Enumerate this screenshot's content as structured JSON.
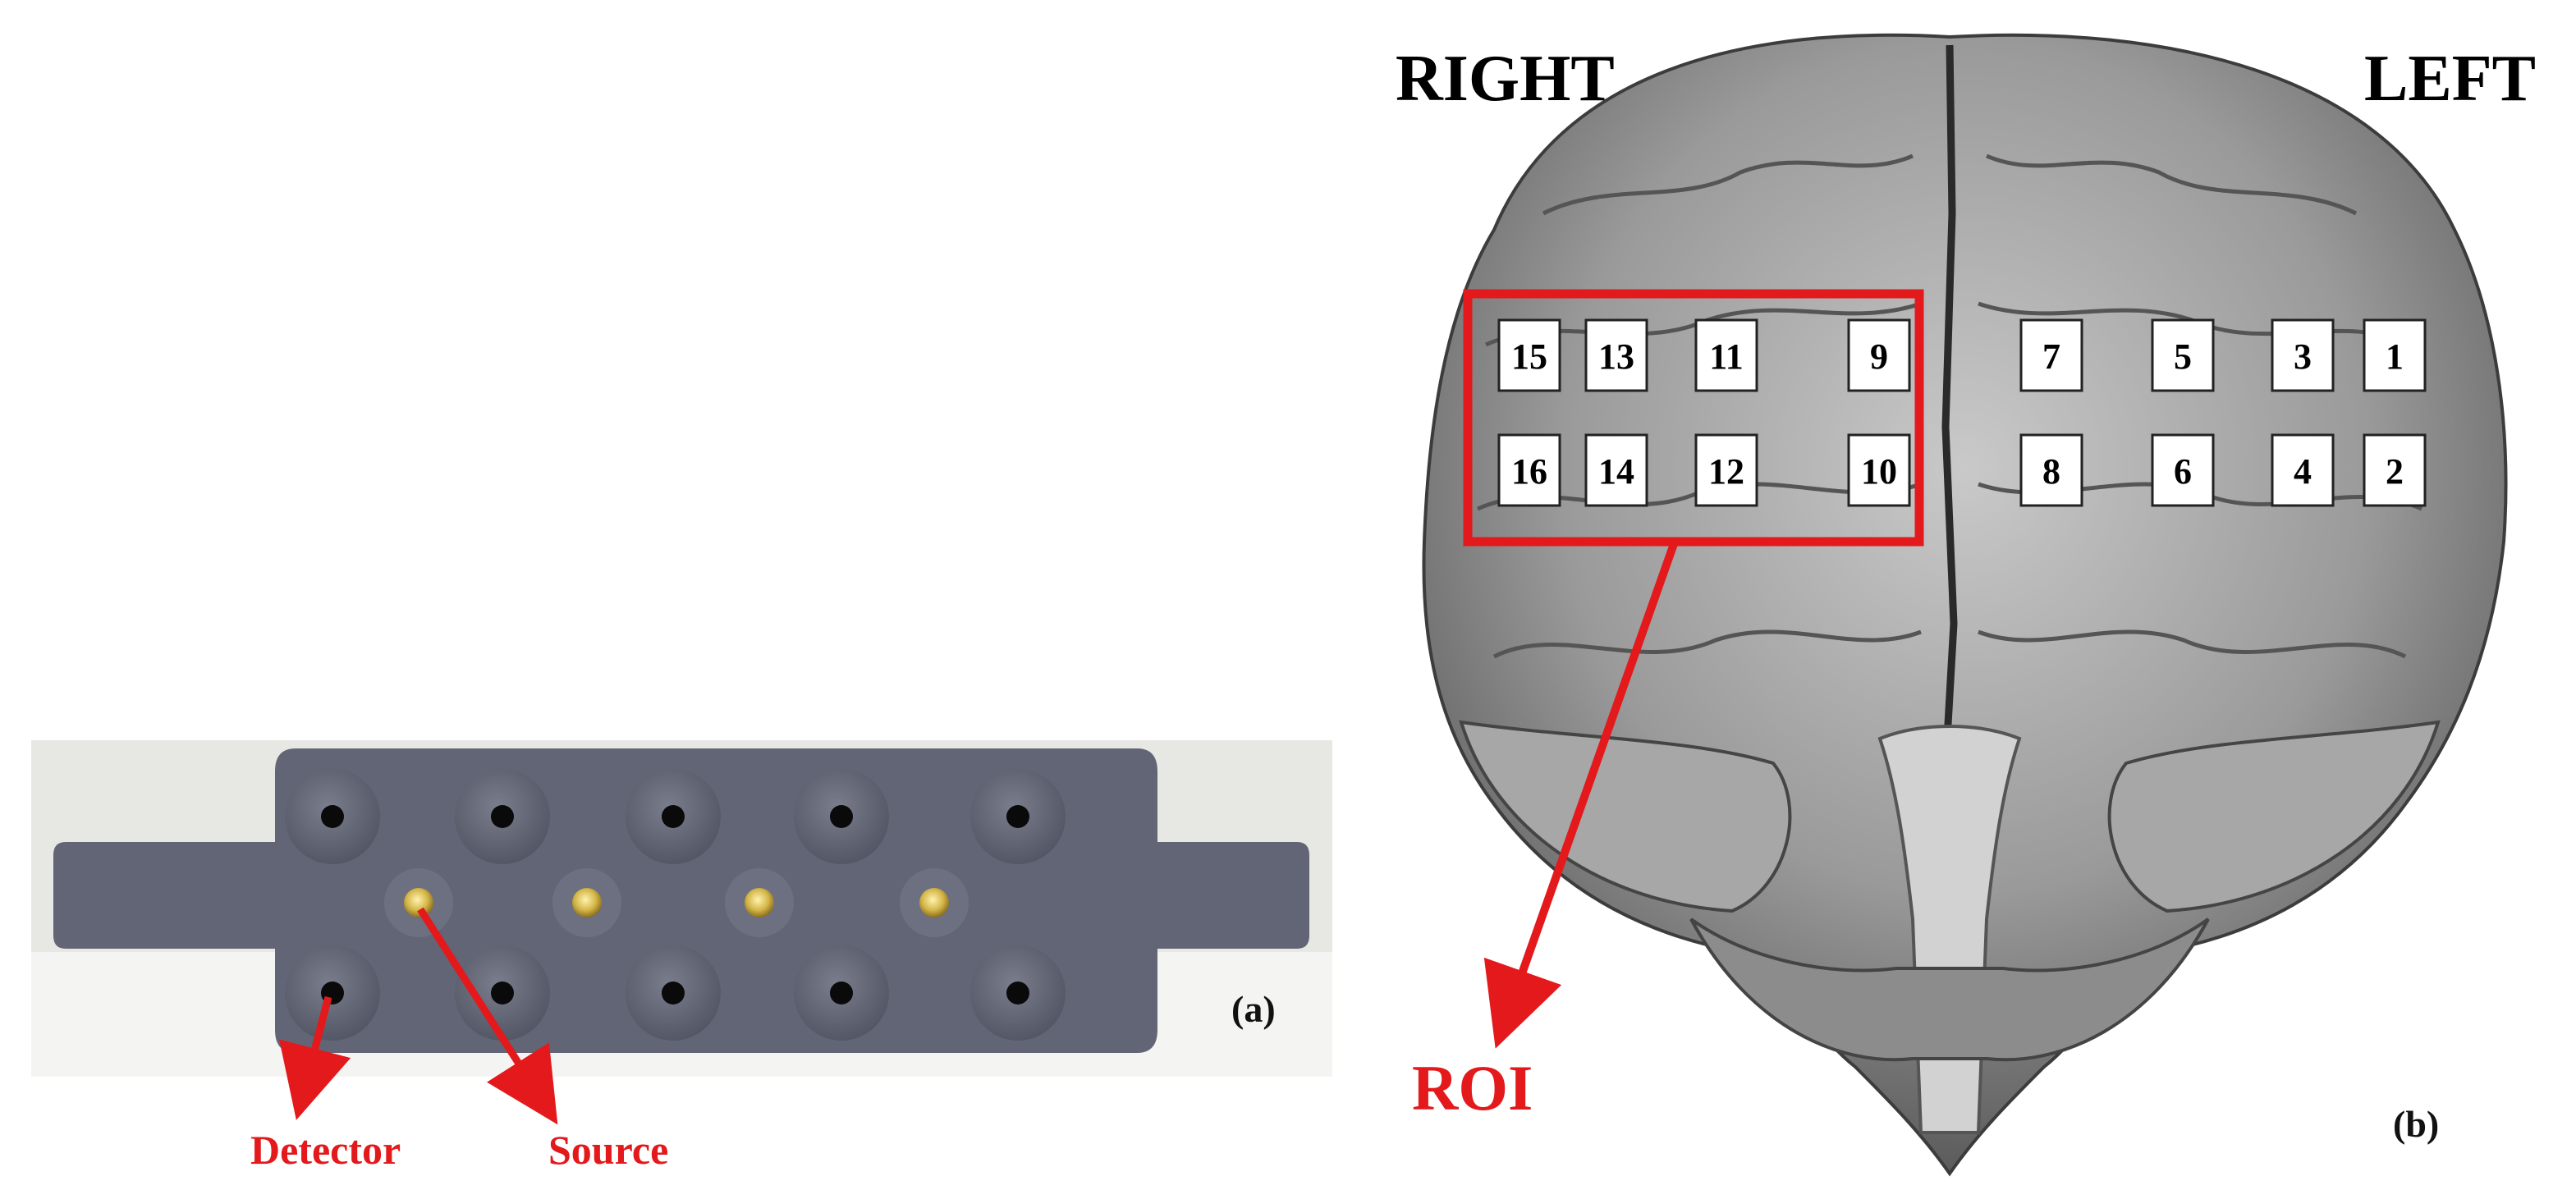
{
  "panel_a": {
    "label": "(a)",
    "annotations": {
      "detector": "Detector",
      "source": "Source"
    }
  },
  "panel_b": {
    "label": "(b)",
    "side_right": "RIGHT",
    "side_left": "LEFT",
    "roi_label": "ROI",
    "channels_right": [
      "15",
      "13",
      "11",
      "9",
      "16",
      "14",
      "12",
      "10"
    ],
    "channels_left": [
      "7",
      "5",
      "3",
      "1",
      "8",
      "6",
      "4",
      "2"
    ]
  },
  "colors": {
    "annotation_red": "#e3191c",
    "probe_gray": "#626575",
    "brain_gray": "#8f8f8f",
    "source_gold": "#d4b648"
  }
}
